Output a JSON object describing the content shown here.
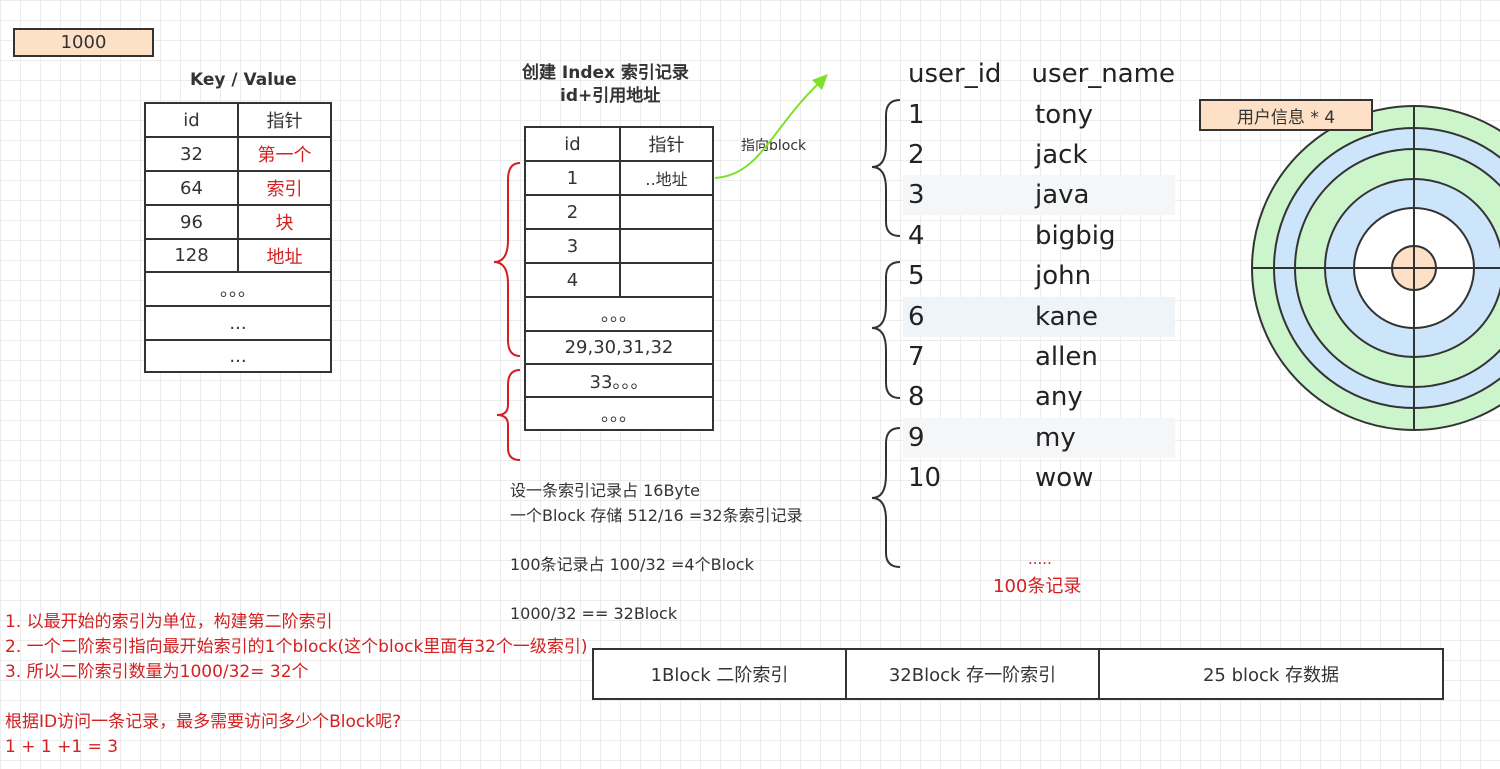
{
  "top_left_box": {
    "label": "1000",
    "fill": "#fde0c6"
  },
  "kv_table": {
    "title": "Key / Value",
    "headers": [
      "id",
      "指针"
    ],
    "rows": [
      [
        "32",
        "第一个"
      ],
      [
        "64",
        "索引"
      ],
      [
        "96",
        "块"
      ],
      [
        "128",
        "地址"
      ]
    ],
    "extra_rows": [
      "。。。",
      "...",
      "..."
    ]
  },
  "index_table": {
    "title_line1": "创建 Index 索引记录",
    "title_line2": "id+引用地址",
    "headers": [
      "id",
      "指针"
    ],
    "rows": [
      [
        "1",
        "..地址"
      ],
      [
        "2",
        ""
      ],
      [
        "3",
        ""
      ],
      [
        "4",
        ""
      ]
    ],
    "extra_rows": [
      "。。。",
      "29,30,31,32",
      "33。。。",
      "。。。"
    ],
    "arrow_label": "指向block"
  },
  "calc_notes": [
    "设一条索引记录占 16Byte",
    "一个Block 存储 512/16 =32条索引记录",
    "",
    "100条记录占 100/32 =4个Block",
    "",
    "1000/32 == 32Block"
  ],
  "user_table": {
    "headers": [
      "user_id",
      "user_name"
    ],
    "rows": [
      [
        "1",
        "tony"
      ],
      [
        "2",
        "jack"
      ],
      [
        "3",
        "java"
      ],
      [
        "4",
        "bigbig"
      ],
      [
        "5",
        "john"
      ],
      [
        "6",
        "kane"
      ],
      [
        "7",
        "allen"
      ],
      [
        "8",
        "any"
      ],
      [
        "9",
        "my"
      ],
      [
        "10",
        "wow"
      ]
    ],
    "ellipsis": ".....",
    "footer": "100条记录"
  },
  "disk": {
    "label": "用户信息 * 4",
    "colors": {
      "green": "#ccf5cc",
      "blue": "#cce5fb",
      "center": "#fde0c6"
    }
  },
  "red_notes": [
    "1. 以最开始的索引为单位，构建第二阶索引",
    "2. 一个二阶索引指向最开始索引的1个block(这个block里面有32个一级索引)",
    "3. 所以二阶索引数量为1000/32= 32个",
    "",
    "根据ID访问一条记录，最多需要访问多少个Block呢?",
    "1 + 1 +1 = 3"
  ],
  "block_bar": [
    "1Block 二阶索引",
    "32Block 存一阶索引",
    "25 block 存数据"
  ]
}
